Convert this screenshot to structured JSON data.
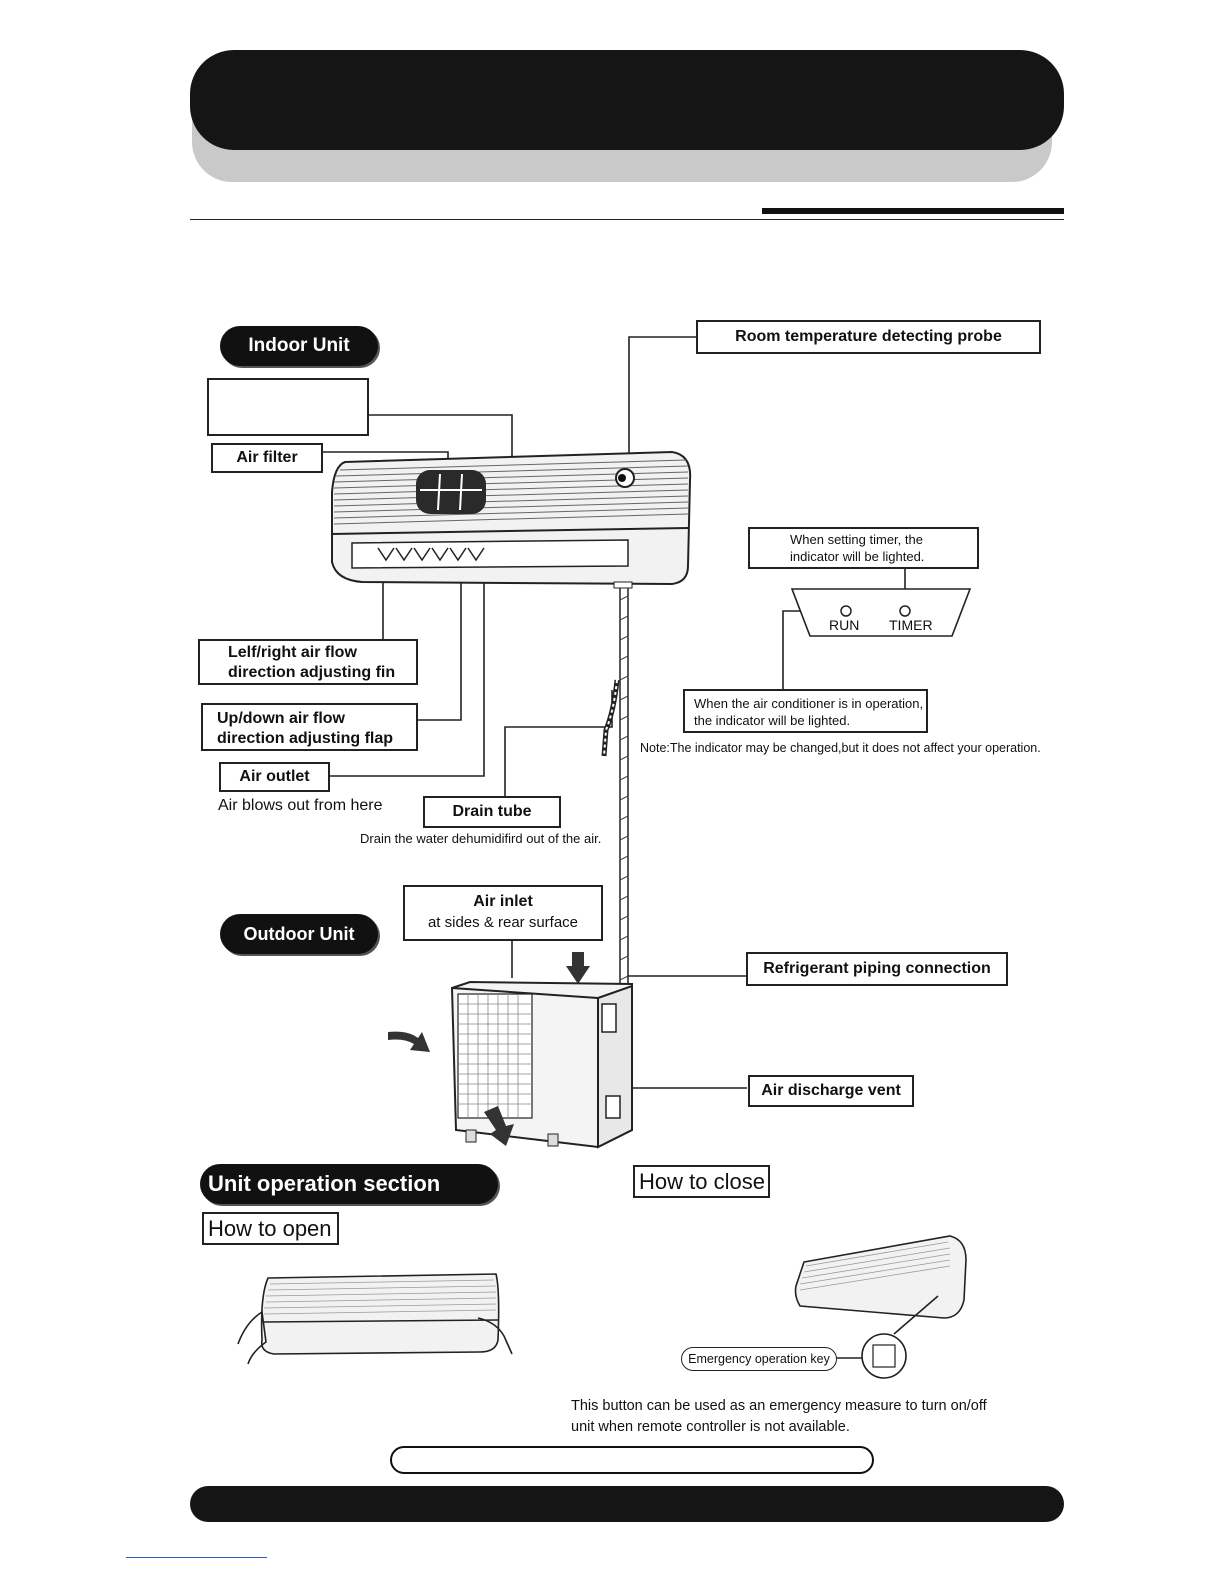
{
  "indoor": {
    "title": "Indoor  Unit",
    "labels": {
      "room_probe": "Room temperature detecting probe",
      "air_filter": "Air filter",
      "fin_line1": "Lelf/right air flow",
      "fin_line2": "direction adjusting fin",
      "flap_line1": "Up/down air flow",
      "flap_line2": "direction adjusting flap",
      "air_outlet": "Air outlet",
      "air_outlet_note": "Air blows out from here",
      "drain_tube": "Drain tube",
      "drain_note": "Drain the water dehumidifird out of the air."
    },
    "indicator": {
      "timer_note_line1": "When setting timer, the",
      "timer_note_line2": "indicator will be lighted.",
      "run": "RUN",
      "timer": "TIMER",
      "run_note_line1": "When the air conditioner is in operation,",
      "run_note_line2": "the indicator will be lighted.",
      "note": "Note:The indicator may  be changed,but it does not affect your operation."
    }
  },
  "outdoor": {
    "title": "Outdoor Unit",
    "labels": {
      "air_inlet": "Air inlet",
      "air_inlet_sub": "at sides &  rear surface",
      "refrigerant": "Refrigerant piping connection",
      "discharge": "Air discharge vent"
    }
  },
  "operation": {
    "title": "Unit operation section",
    "how_to_open": "How to open",
    "how_to_close": "How to close",
    "emergency_key": "Emergency operation key",
    "emergency_note_line1": "This button can be used as an emergency measure to turn on/off",
    "emergency_note_line2": "unit when remote controller is not available."
  }
}
